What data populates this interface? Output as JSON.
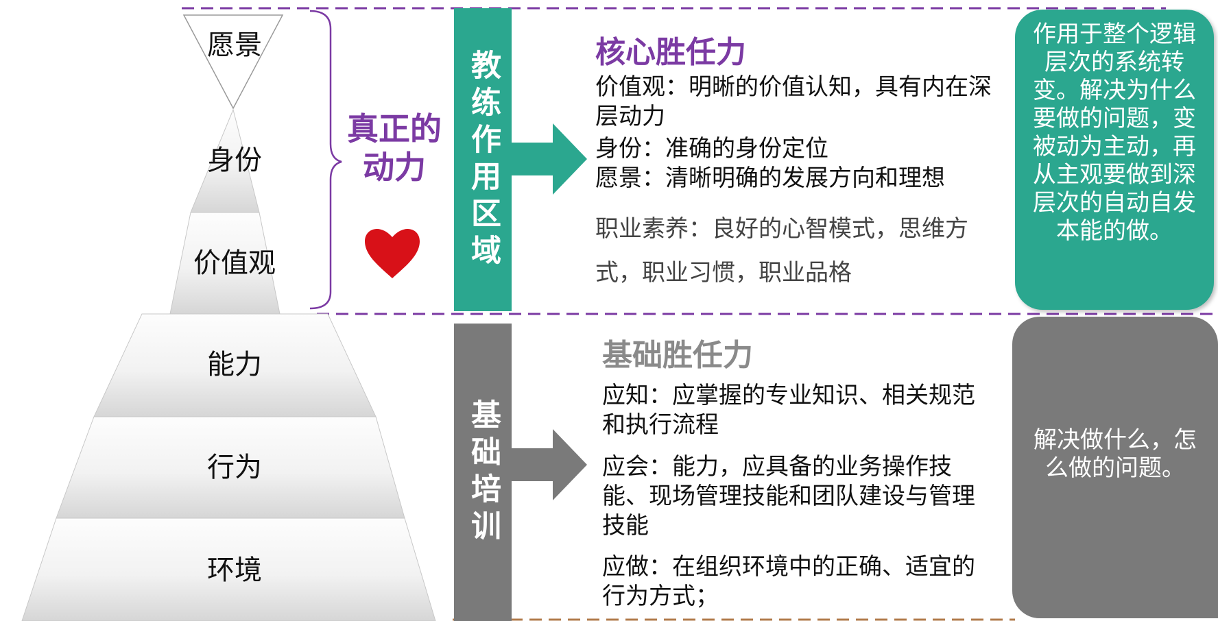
{
  "pyramid": {
    "levels": [
      "愿景",
      "身份",
      "价值观",
      "能力",
      "行为",
      "环境"
    ]
  },
  "bracket_label": "真正的动力",
  "heart_icon": "heart-icon",
  "upper_zone": {
    "band_label": "教练作用区域",
    "band_color": "#2ba78f",
    "title": "核心胜任力",
    "title_color": "#7b3aa3",
    "lines": [
      "价值观：明晰的价值认知，具有内在深层动力",
      "身份：准确的身份定位",
      "愿景：清晰明确的发展方向和理想",
      "职业素养：良好的心智模式，思维方式，职业习惯，职业品格"
    ],
    "callout": "作用于整个逻辑层次的系统转变。解决为什么要做的问题，变被动为主动，再从主观要做到深层次的自动自发本能的做。",
    "callout_color": "#2ba78f"
  },
  "lower_zone": {
    "band_label": "基础培训",
    "band_color": "#7a7a7a",
    "title": "基础胜任力",
    "title_color": "#8a8a8a",
    "lines": [
      "应知：应掌握的专业知识、相关规范和执行流程",
      "应会：能力，应具备的业务操作技能、现场管理技能和团队建设与管理技能",
      "应做：在组织环境中的正确、适宜的行为方式；"
    ],
    "callout": "解决做什么，怎么做的问题。",
    "callout_color": "#7a7a7a"
  },
  "divider_color": "#7b3aa3"
}
